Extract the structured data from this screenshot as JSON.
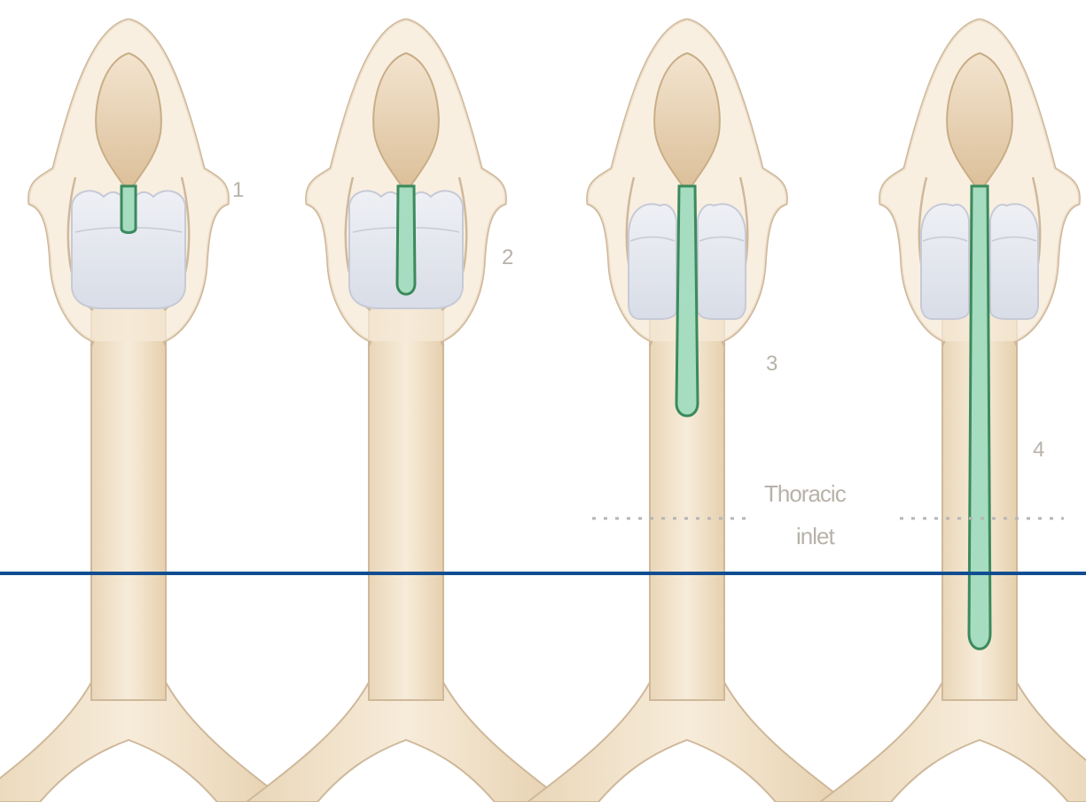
{
  "stage_labels": [
    "1",
    "2",
    "3",
    "4"
  ],
  "thoracic_inlet": {
    "line1": "Thoracic",
    "line2": "inlet"
  },
  "colors": {
    "tissue": "#f3e6cf",
    "tissue_outline": "#cfb89a",
    "epiglottis_top": "#f1e0c8",
    "epiglottis_bottom": "#e2c9a3",
    "cartilage": "#e2e6ee",
    "cartilage_outline": "#c7cad6",
    "lesion_fill": "#a6dcc0",
    "lesion_outline": "#3b8a5c",
    "separator_line": "#0f4d91",
    "dotted_line": "#b5b5b5"
  }
}
